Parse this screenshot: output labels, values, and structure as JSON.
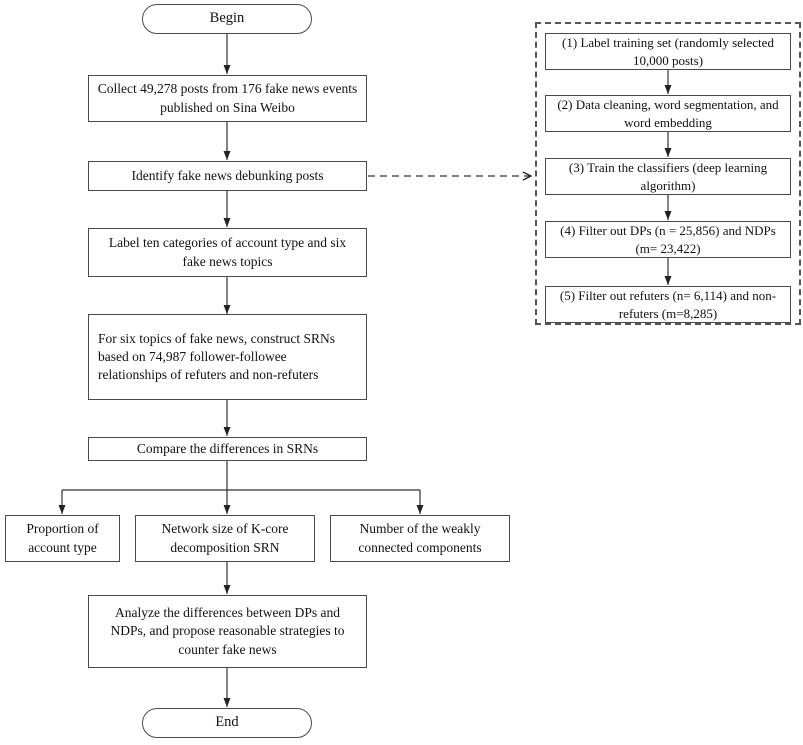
{
  "nodes": {
    "begin": "Begin",
    "collect": "Collect 49,278 posts from 176 fake news events published on Sina Weibo",
    "identify": "Identify fake news debunking posts",
    "label_categories": "Label ten categories of account type and six fake news topics",
    "construct": "For six topics of fake news, construct SRNs based on 74,987 follower-followee relationships of refuters and non-refuters",
    "compare": "Compare the differences in SRNs",
    "branch_left": "Proportion of account type",
    "branch_middle": "Network size of K-core decomposition SRN",
    "branch_right": "Number of the weakly connected components",
    "analyze": "Analyze the differences between DPs and NDPs, and propose reasonable strategies to counter fake news",
    "end": "End"
  },
  "side_panel": {
    "steps": [
      "(1) Label training set (randomly selected 10,000 posts)",
      "(2) Data cleaning, word segmentation, and word embedding",
      "(3) Train the classifiers (deep learning algorithm)",
      "(4) Filter out DPs (n = 25,856) and NDPs (m= 23,422)",
      "(5) Filter out refuters (n= 6,114) and non-refuters (m=8,285)"
    ]
  },
  "colors": {
    "line": "#333333",
    "border": "#4a4a4a",
    "background": "#ffffff",
    "text": "#111111"
  }
}
